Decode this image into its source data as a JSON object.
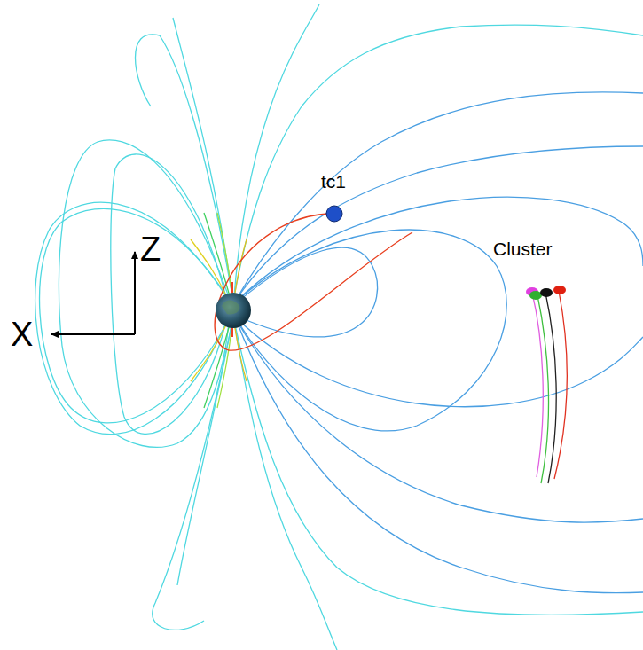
{
  "diagram": {
    "labels": [
      "tc1",
      "Z",
      "Cluster",
      "X"
    ]
  }
}
